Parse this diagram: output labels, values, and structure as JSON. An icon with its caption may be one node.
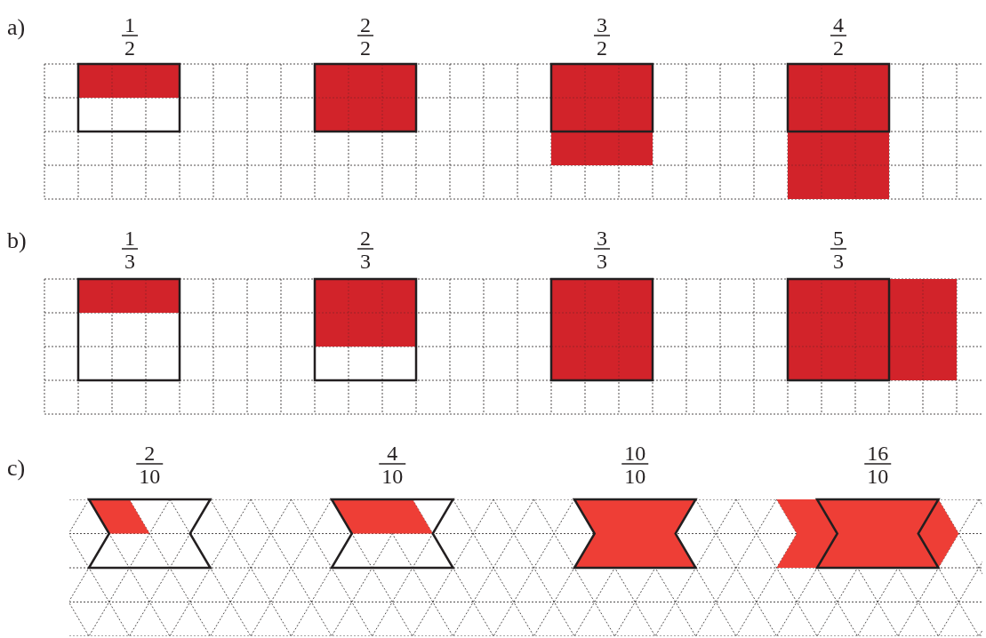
{
  "diagram": {
    "labels": [
      "a)",
      "1",
      "2",
      "2",
      "2",
      "3",
      "2",
      "4",
      "2",
      "b)",
      "1",
      "3",
      "2",
      "3",
      "3",
      "3",
      "5",
      "3",
      "c)",
      "2",
      "10",
      "4",
      "10",
      "10",
      "10",
      "16",
      "10"
    ]
  }
}
